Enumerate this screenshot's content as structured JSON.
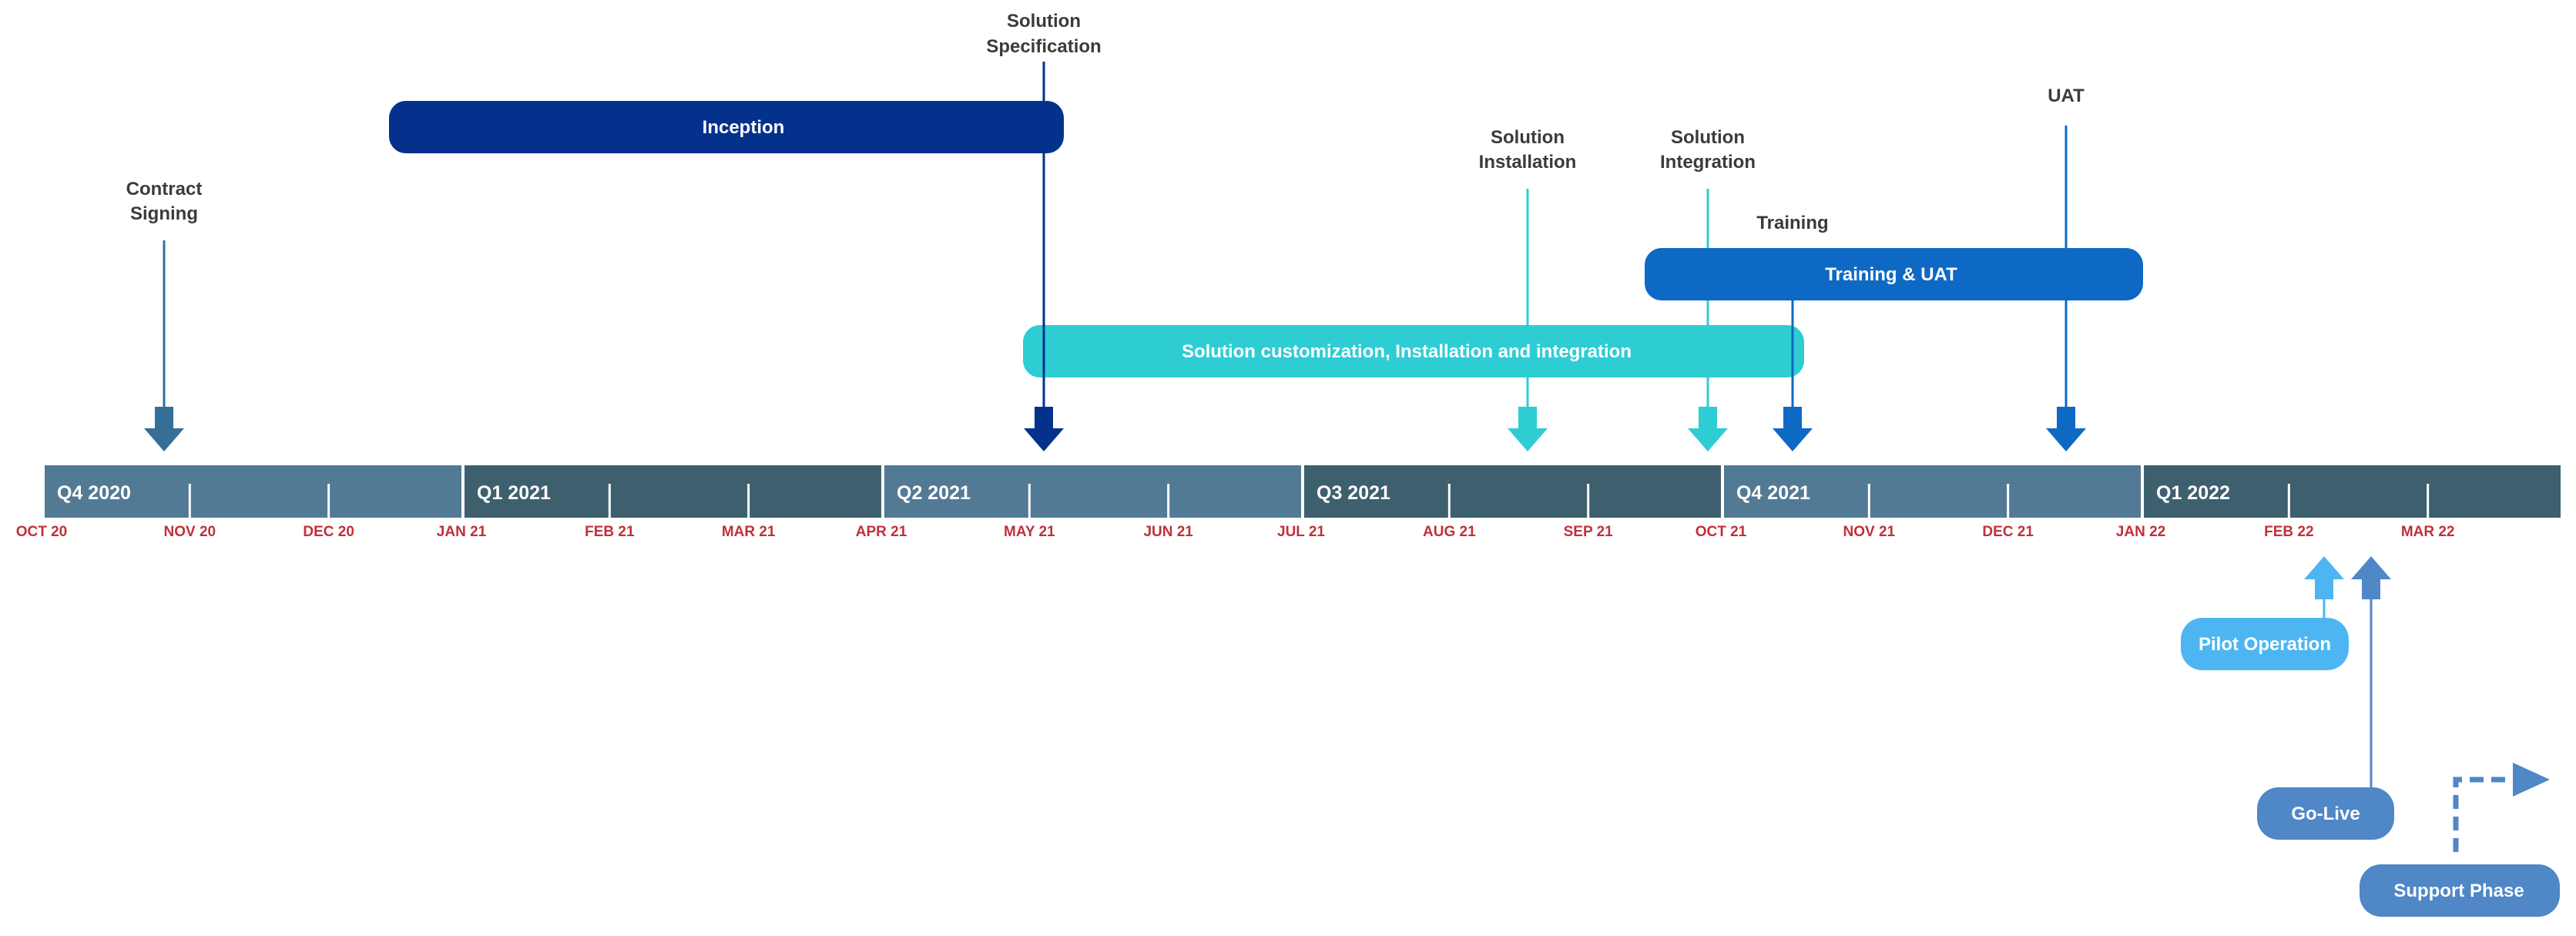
{
  "colors": {
    "quarter_light": "#537a94",
    "quarter_dark": "#3e5f6e",
    "month_label": "#c0303a",
    "text_dark": "#3b3b3b",
    "inception": "#03318c",
    "customization": "#2ecdd4",
    "training": "#0e69c4",
    "contract": "#356f97",
    "pilot": "#4db6f2",
    "golive": "#4f87c7",
    "white": "#ffffff"
  },
  "quarters": [
    {
      "label": "Q4  2020",
      "shade": "light"
    },
    {
      "label": "Q1  2021",
      "shade": "dark"
    },
    {
      "label": "Q2  2021",
      "shade": "light"
    },
    {
      "label": "Q3  2021",
      "shade": "dark"
    },
    {
      "label": "Q4  2021",
      "shade": "light"
    },
    {
      "label": "Q1  2022",
      "shade": "dark"
    }
  ],
  "months": [
    "OCT 20",
    "NOV 20",
    "DEC 20",
    "JAN 21",
    "FEB 21",
    "MAR 21",
    "APR 21",
    "MAY 21",
    "JUN 21",
    "JUL 21",
    "AUG 21",
    "SEP 21",
    "OCT 21",
    "NOV 21",
    "DEC 21",
    "JAN 22",
    "FEB 22",
    "MAR 22"
  ],
  "milestones": {
    "contract_signing": [
      "Contract",
      "Signing"
    ],
    "solution_specification": [
      "Solution",
      "Specification"
    ],
    "solution_installation": [
      "Solution",
      "Installation"
    ],
    "solution_integration": [
      "Solution",
      "Integration"
    ],
    "training": "Training",
    "uat": "UAT"
  },
  "phases": {
    "inception": "Inception",
    "customization": "Solution customization, Installation and integration",
    "training_uat": "Training & UAT",
    "pilot_operation": "Pilot Operation",
    "go_live": "Go-Live",
    "support_phase": "Support Phase"
  }
}
